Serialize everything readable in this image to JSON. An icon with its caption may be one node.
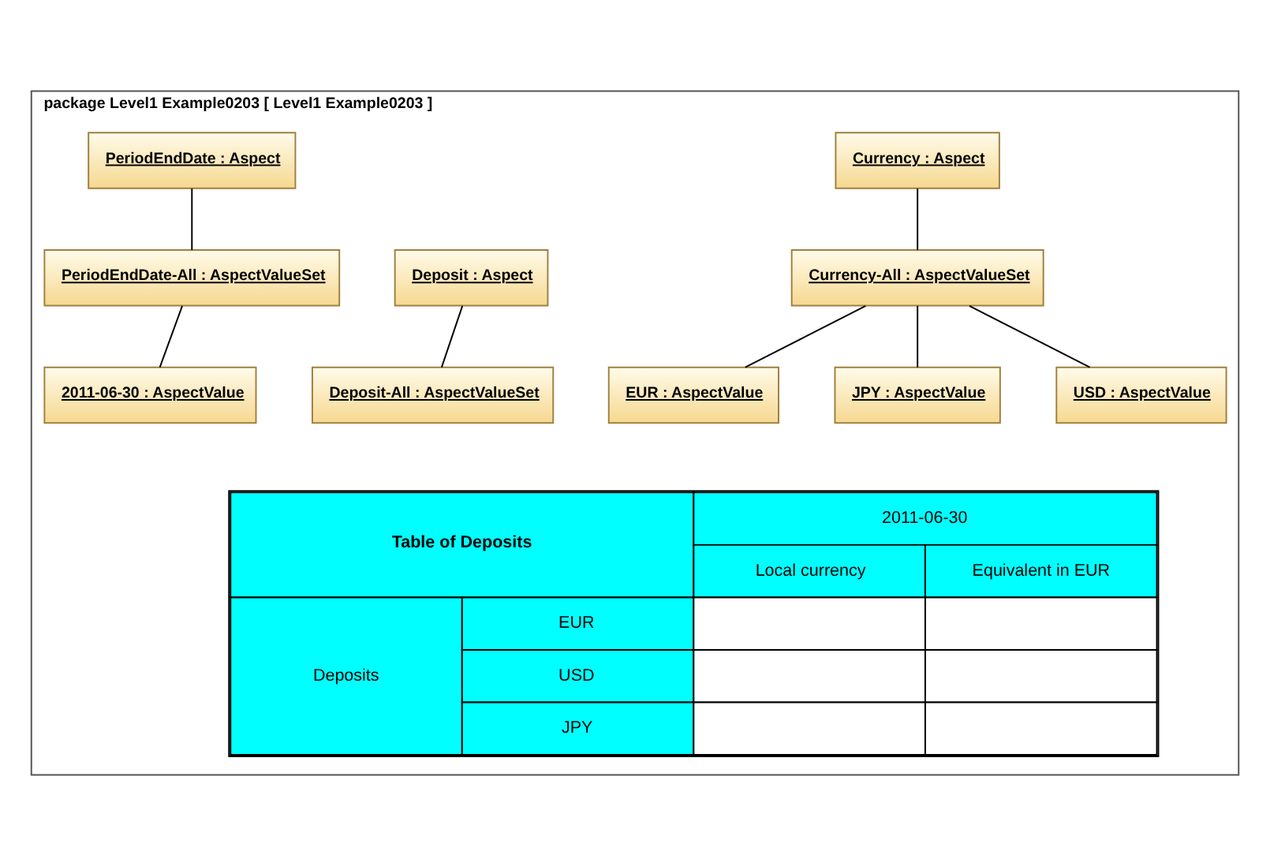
{
  "diagram": {
    "nodes": [
      {
        "text": [
          "package Level1 Example0203 [ Level1 Example0203 ]"
        ]
      },
      {
        "text": [
          "Currency : Aspect"
        ],
        "in": 0
      },
      {
        "text": [
          "Currency-All : AspectValueSet"
        ],
        "in": 0
      },
      {
        "text": [
          "EUR : AspectValue"
        ],
        "in": 0
      },
      {
        "text": [
          "JPY : AspectValue"
        ],
        "in": 0
      },
      {
        "text": [
          "USD : AspectValue"
        ],
        "in": 0
      },
      {
        "text": [
          "Deposit : Aspect"
        ],
        "in": 0
      },
      {
        "text": [
          "Deposit-All : AspectValueSet"
        ],
        "in": 0
      },
      {
        "text": [
          "PeriodEndDate : Aspect"
        ],
        "in": 0
      },
      {
        "text": [
          "PeriodEndDate-All : AspectValueSet"
        ],
        "in": 0
      },
      {
        "text": [
          "2011-06-30 : AspectValue"
        ],
        "in": 0
      }
    ],
    "edges": [
      {
        "from": 1,
        "to": 2,
        "arrow": "none"
      },
      {
        "from": 2,
        "to": 3,
        "arrow": "none"
      },
      {
        "from": 2,
        "to": 4,
        "arrow": "none"
      },
      {
        "from": 2,
        "to": 5,
        "arrow": "none"
      },
      {
        "from": 6,
        "to": 7,
        "arrow": "none"
      },
      {
        "from": 8,
        "to": 9,
        "arrow": "none"
      },
      {
        "from": 9,
        "to": 10,
        "arrow": "none"
      }
    ],
    "labels": [
      "Table of Deposits",
      "2011-06-30",
      "Local currency",
      "Equivalent in EUR",
      "Deposits",
      "EUR",
      "USD",
      "JPY"
    ]
  }
}
